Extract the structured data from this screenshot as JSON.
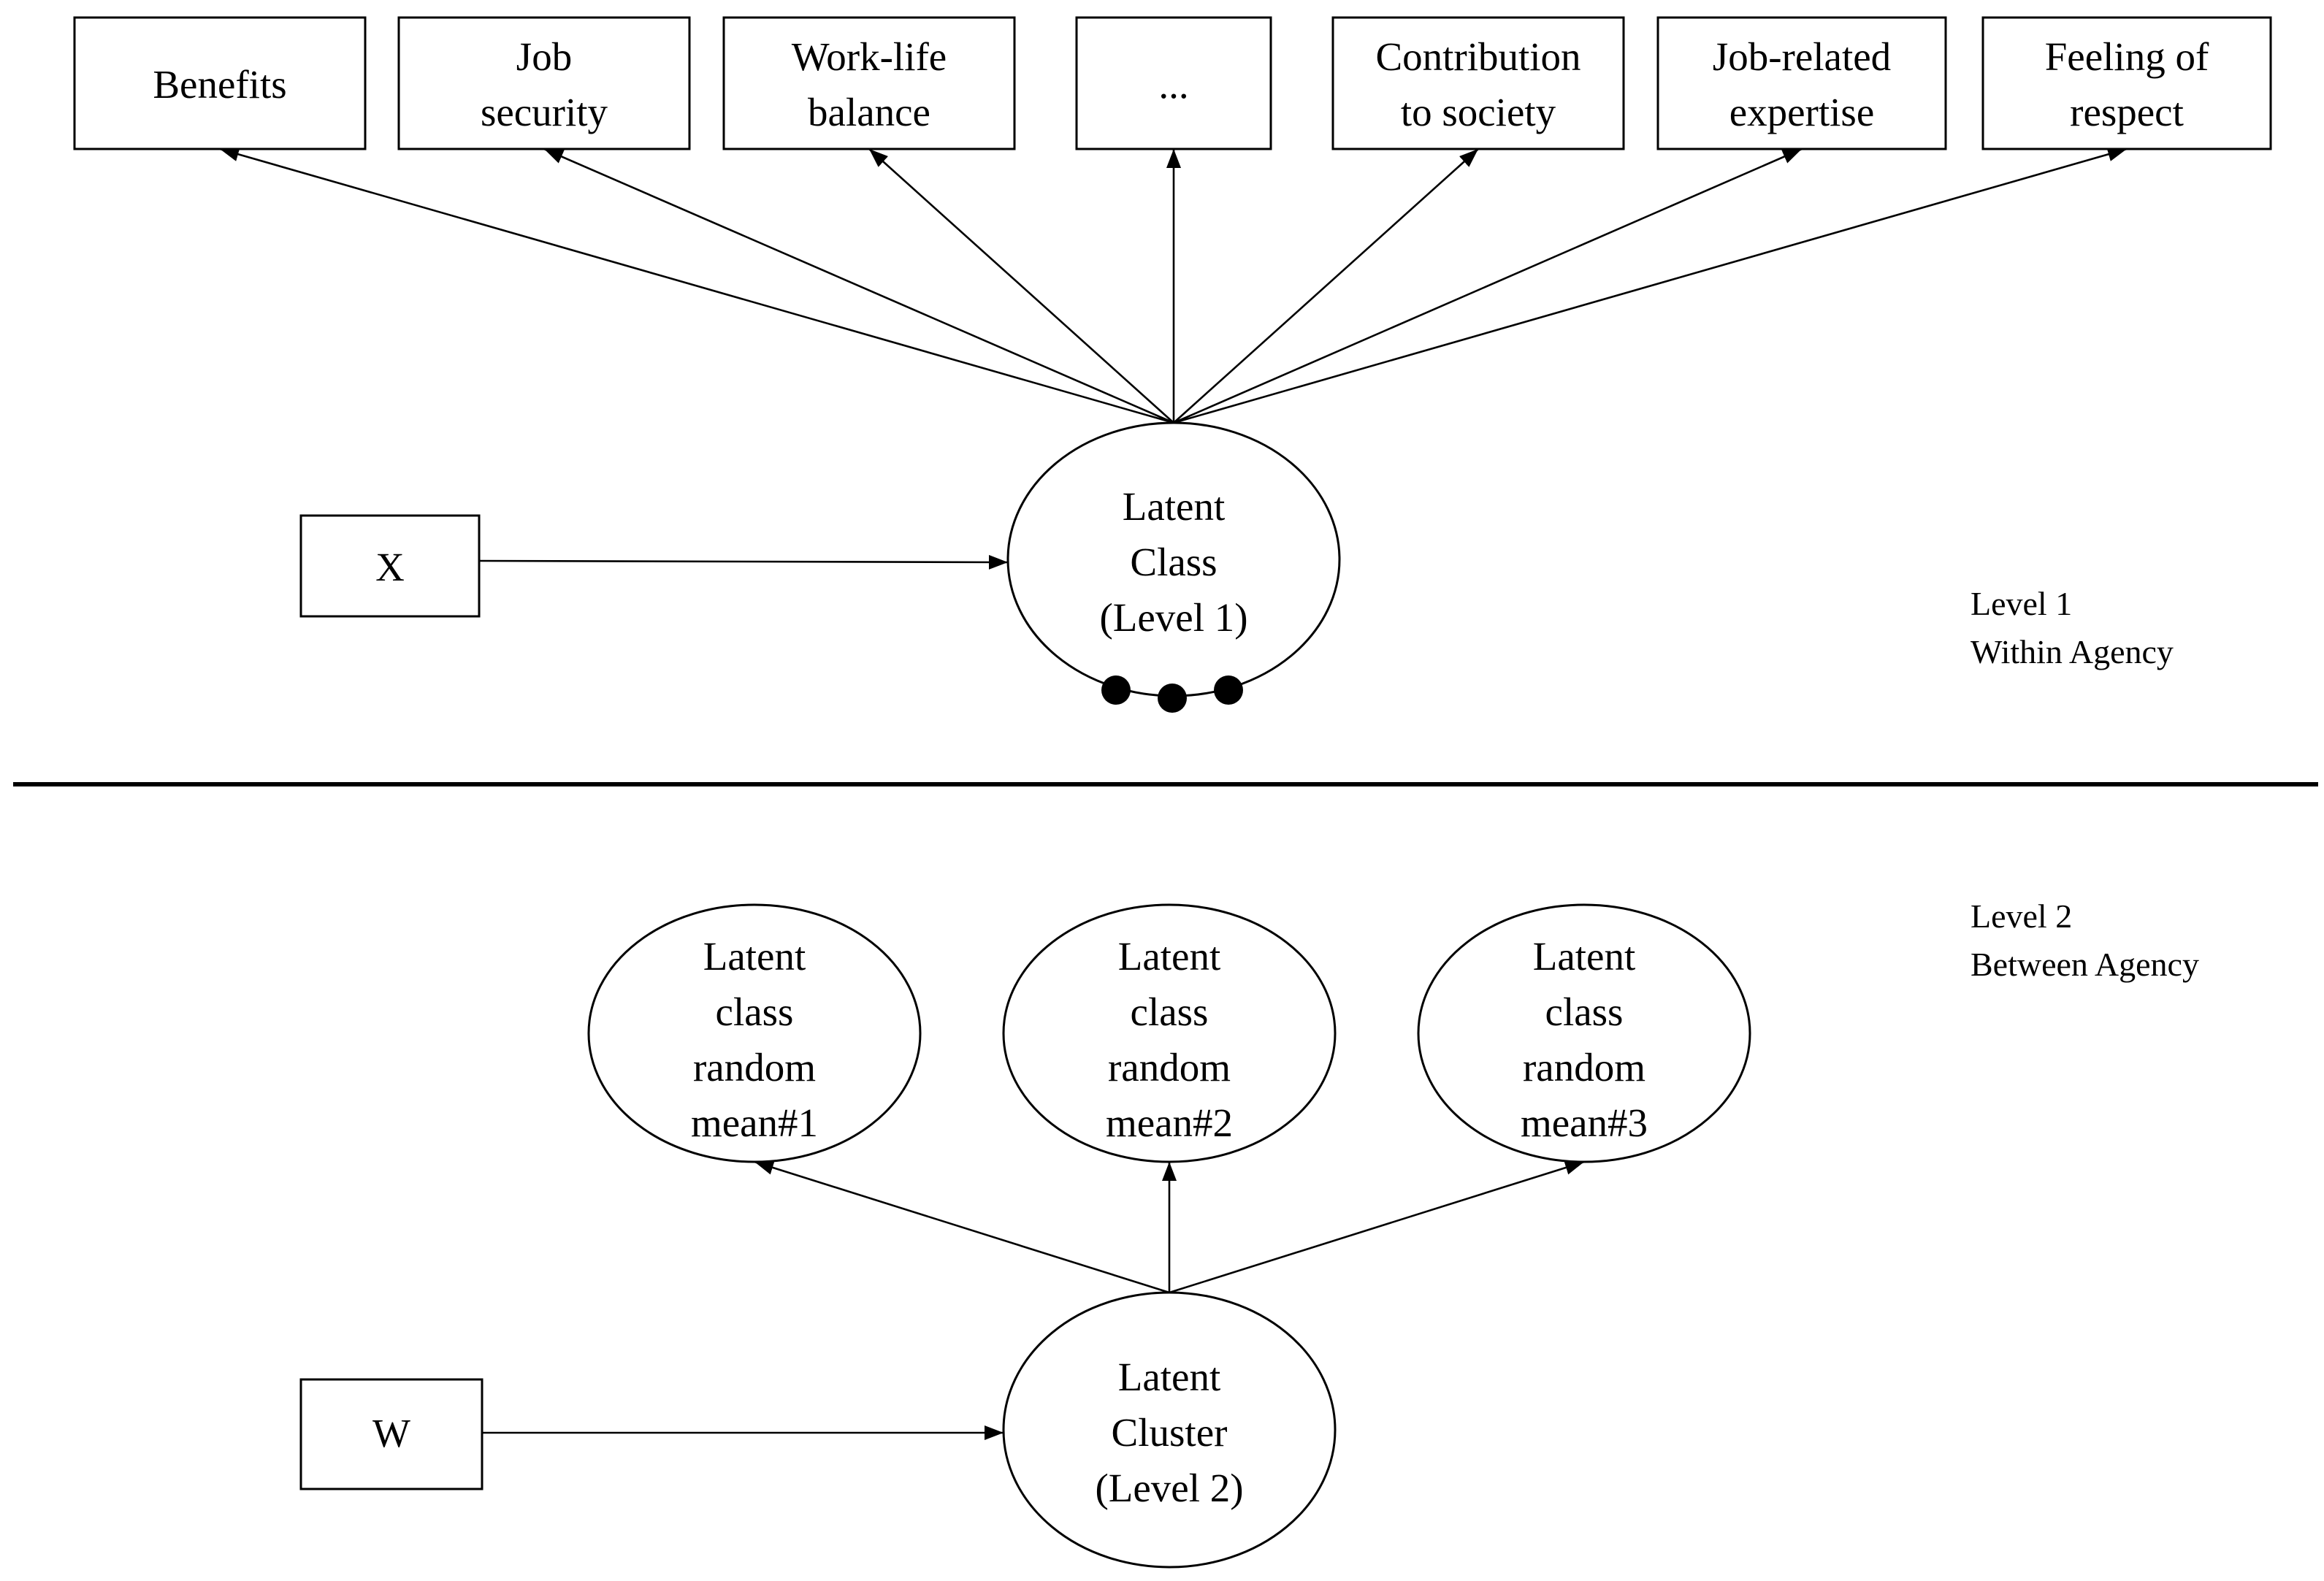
{
  "indicators": [
    {
      "lines": [
        "Benefits"
      ]
    },
    {
      "lines": [
        "Job",
        "security"
      ]
    },
    {
      "lines": [
        "Work-life",
        "balance"
      ]
    },
    {
      "lines": [
        "..."
      ]
    },
    {
      "lines": [
        "Contribution",
        "to society"
      ]
    },
    {
      "lines": [
        "Job-related",
        "expertise"
      ]
    },
    {
      "lines": [
        "Feeling of",
        "respect"
      ]
    }
  ],
  "level1": {
    "covariate": "X",
    "latent": [
      "Latent",
      "Class",
      "(Level 1)"
    ],
    "label": [
      "Level 1",
      "Within Agency"
    ]
  },
  "level2": {
    "covariate": "W",
    "latent": [
      "Latent",
      "Cluster",
      "(Level 2)"
    ],
    "label": [
      "Level 2",
      "Between Agency"
    ],
    "means": [
      {
        "lines": [
          "Latent",
          "class",
          "random",
          "mean#1"
        ]
      },
      {
        "lines": [
          "Latent",
          "class",
          "random",
          "mean#2"
        ]
      },
      {
        "lines": [
          "Latent",
          "class",
          "random",
          "mean#3"
        ]
      }
    ]
  }
}
